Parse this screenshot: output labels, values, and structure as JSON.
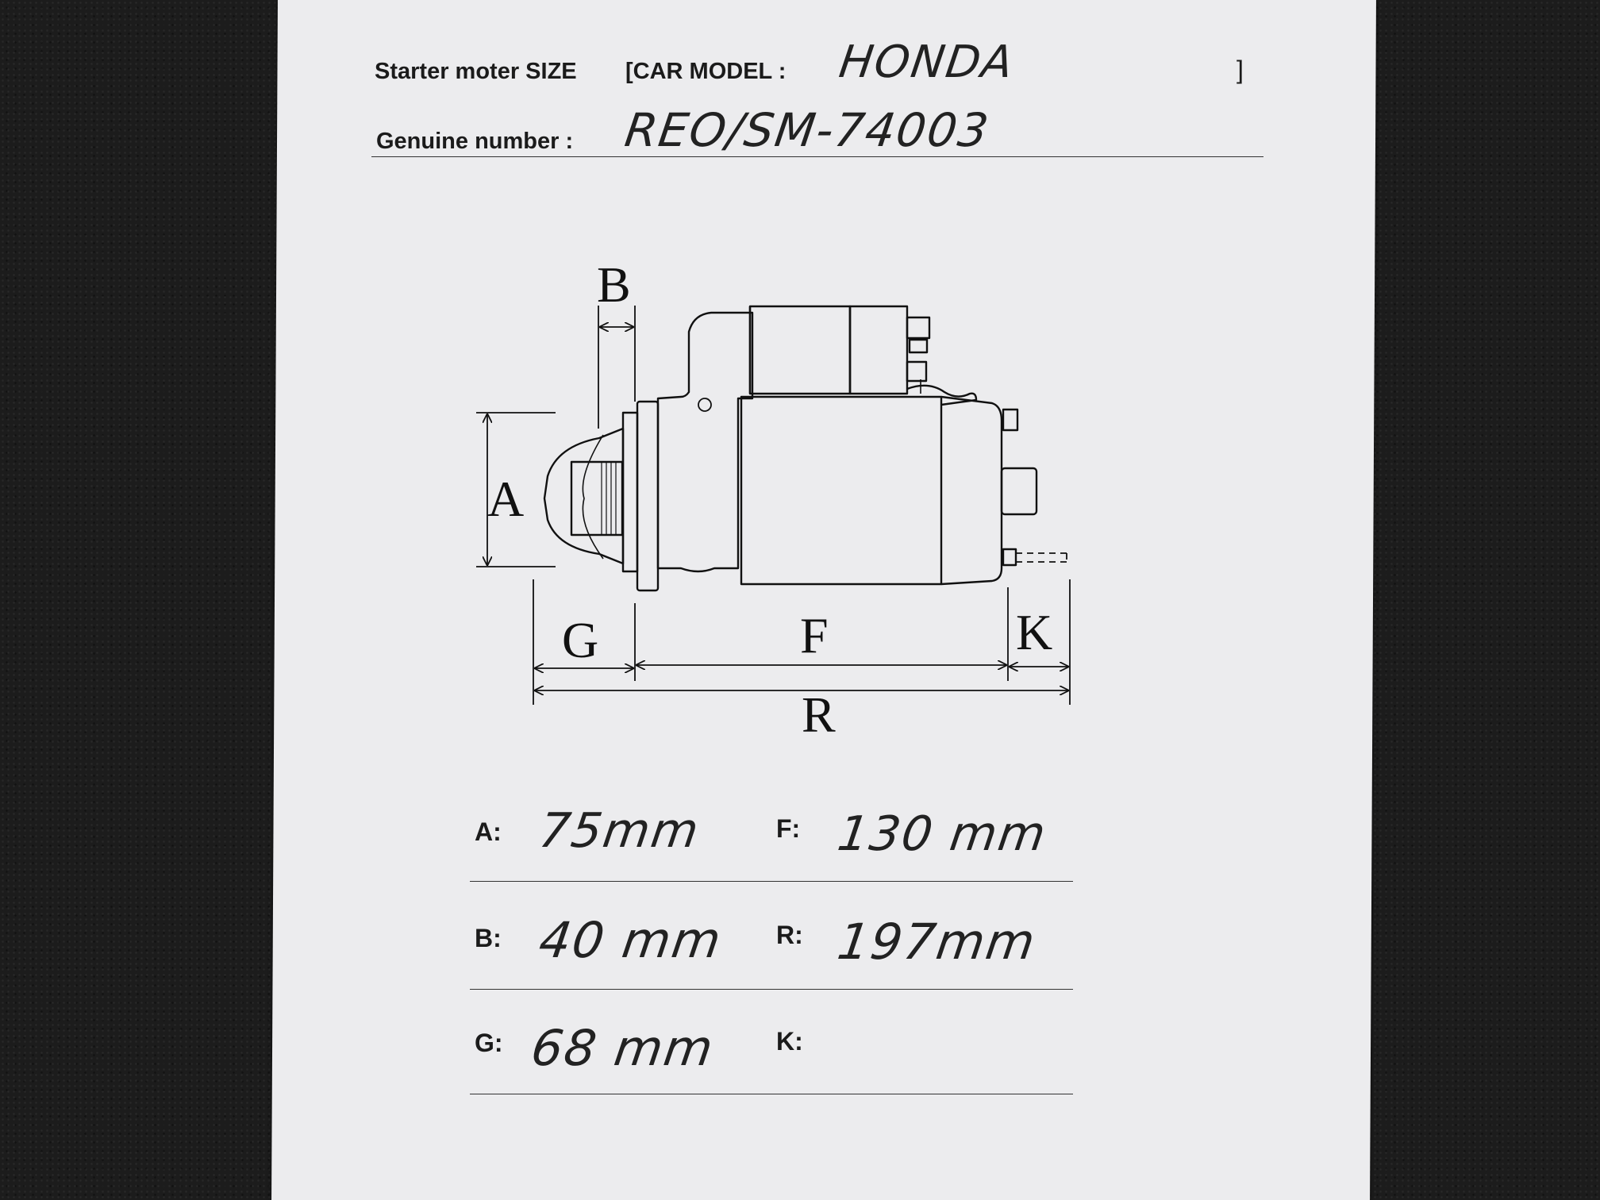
{
  "header": {
    "title_label": "Starter moter SIZE",
    "car_model_label": "[CAR MODEL :",
    "car_model_value": "HONDA",
    "close_bracket": "]",
    "genuine_label": "Genuine number :",
    "genuine_value": "REO/SM-74003"
  },
  "diagram_letters": {
    "A": "A",
    "B": "B",
    "F": "F",
    "G": "G",
    "K": "K",
    "R": "R"
  },
  "measurements": [
    {
      "label": "A:",
      "value": "75mm"
    },
    {
      "label": "F:",
      "value": "130 mm"
    },
    {
      "label": "B:",
      "value": "40 mm"
    },
    {
      "label": "R:",
      "value": "197mm"
    },
    {
      "label": "G:",
      "value": "68 mm"
    },
    {
      "label": "K:",
      "value": ""
    }
  ]
}
